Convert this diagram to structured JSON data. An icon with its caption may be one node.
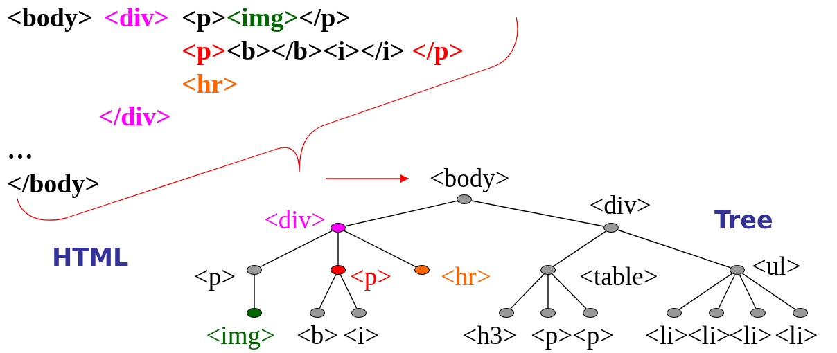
{
  "diagram": {
    "nodes": [
      {
        "text": [],
        "shape": "circle",
        "beside": [
          "<body>"
        ]
      },
      {
        "text": [],
        "shape": "circle",
        "beside": [
          "<div>"
        ]
      },
      {
        "text": [],
        "shape": "circle",
        "beside": [
          "<div>"
        ]
      },
      {
        "text": [],
        "shape": "circle",
        "beside": [
          "<p>"
        ]
      },
      {
        "text": [],
        "shape": "circle",
        "beside": [
          "<p>"
        ]
      },
      {
        "text": [],
        "shape": "circle",
        "beside": [
          "<hr>"
        ]
      },
      {
        "text": [],
        "shape": "circle",
        "beside": [
          "<table>"
        ]
      },
      {
        "text": [],
        "shape": "circle",
        "beside": [
          "<ul>"
        ]
      },
      {
        "text": [],
        "shape": "circle",
        "beside": [
          "<img>"
        ]
      },
      {
        "text": [],
        "shape": "circle",
        "beside": [
          "<b>"
        ]
      },
      {
        "text": [],
        "shape": "circle",
        "beside": [
          "<i>"
        ]
      },
      {
        "text": [],
        "shape": "circle",
        "beside": [
          "<h3>"
        ]
      },
      {
        "text": [],
        "shape": "circle",
        "beside": [
          "<p>"
        ]
      },
      {
        "text": [],
        "shape": "circle",
        "beside": [
          "<p>"
        ]
      },
      {
        "text": [],
        "shape": "circle",
        "beside": [
          "<li>"
        ]
      },
      {
        "text": [],
        "shape": "circle",
        "beside": [
          "<li>"
        ]
      },
      {
        "text": [],
        "shape": "circle",
        "beside": [
          "<li>"
        ]
      },
      {
        "text": [],
        "shape": "circle",
        "beside": [
          "<li>"
        ]
      }
    ],
    "edges": [
      {
        "from": null,
        "to": 0,
        "arrow": "to",
        "color": "#ff0000"
      },
      {
        "from": 0,
        "to": 1,
        "arrow": "none"
      },
      {
        "from": 0,
        "to": 2,
        "arrow": "none"
      },
      {
        "from": 1,
        "to": 3,
        "arrow": "none"
      },
      {
        "from": 1,
        "to": 4,
        "arrow": "none"
      },
      {
        "from": 1,
        "to": 5,
        "arrow": "none"
      },
      {
        "from": 2,
        "to": 6,
        "arrow": "none"
      },
      {
        "from": 2,
        "to": 7,
        "arrow": "none"
      },
      {
        "from": 3,
        "to": 8,
        "arrow": "none"
      },
      {
        "from": 4,
        "to": 9,
        "arrow": "none"
      },
      {
        "from": 4,
        "to": 10,
        "arrow": "none"
      },
      {
        "from": 6,
        "to": 11,
        "arrow": "none"
      },
      {
        "from": 6,
        "to": 12,
        "arrow": "none"
      },
      {
        "from": 6,
        "to": 13,
        "arrow": "none"
      },
      {
        "from": 7,
        "to": 14,
        "arrow": "none"
      },
      {
        "from": 7,
        "to": 15,
        "arrow": "none"
      },
      {
        "from": 7,
        "to": 16,
        "arrow": "none"
      },
      {
        "from": 7,
        "to": 17,
        "arrow": "none"
      }
    ],
    "labels": [
      "<body>",
      "<div>",
      "<p>",
      "<img>",
      "</p>",
      "<p>",
      "<b></b><i></i>",
      "</p>",
      "<hr>",
      "</div>",
      "…",
      "</body>",
      "HTML",
      "Tree"
    ]
  }
}
